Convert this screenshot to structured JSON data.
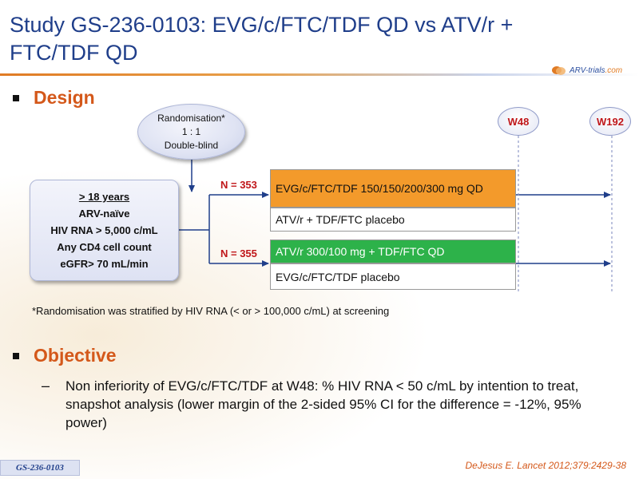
{
  "title": "Study GS-236-0103: EVG/c/FTC/TDF QD vs ATV/r + FTC/TDF QD",
  "logo": {
    "prefix": "ARV-trials",
    "suffix": ".com"
  },
  "design": {
    "heading": "Design",
    "randomisation": [
      "Randomisation*",
      "1 : 1",
      "Double-blind"
    ],
    "criteria": {
      "age": "> 18 years",
      "naive": "ARV-naïve",
      "rna": "HIV RNA > 5,000 c/mL",
      "cd4": "Any CD4 cell count",
      "egfr": "eGFR> 70 mL/min"
    },
    "arms": [
      {
        "n_label": "N = 353",
        "active": "EVG/c/FTC/TDF 150/150/200/300 mg QD",
        "placebo": "ATV/r + TDF/FTC placebo"
      },
      {
        "n_label": "N = 355",
        "active": "ATV/r 300/100 mg + TDF/FTC QD",
        "placebo": "EVG/c/FTC/TDF placebo"
      }
    ],
    "timepoints": [
      "W48",
      "W192"
    ],
    "footnote": "*Randomisation was stratified by HIV RNA (< or > 100,000 c/mL) at screening"
  },
  "objective": {
    "heading": "Objective",
    "dash": "–",
    "text": "Non inferiority of EVG/c/FTC/TDF at W48: % HIV RNA < 50 c/mL by intention to treat, snapshot analysis (lower margin of the 2-sided 95% CI for the difference = -12%, 95% power)"
  },
  "footer": {
    "tag": "GS-236-0103",
    "reference": "DeJesus E. Lancet 2012;379:2429-38"
  },
  "colors": {
    "title": "#1f3e8a",
    "heading": "#d4581a",
    "n_label": "#c0171a",
    "arm_orange": "#f39a2b",
    "arm_green": "#2db24a",
    "arrow": "#1f3e8a"
  }
}
